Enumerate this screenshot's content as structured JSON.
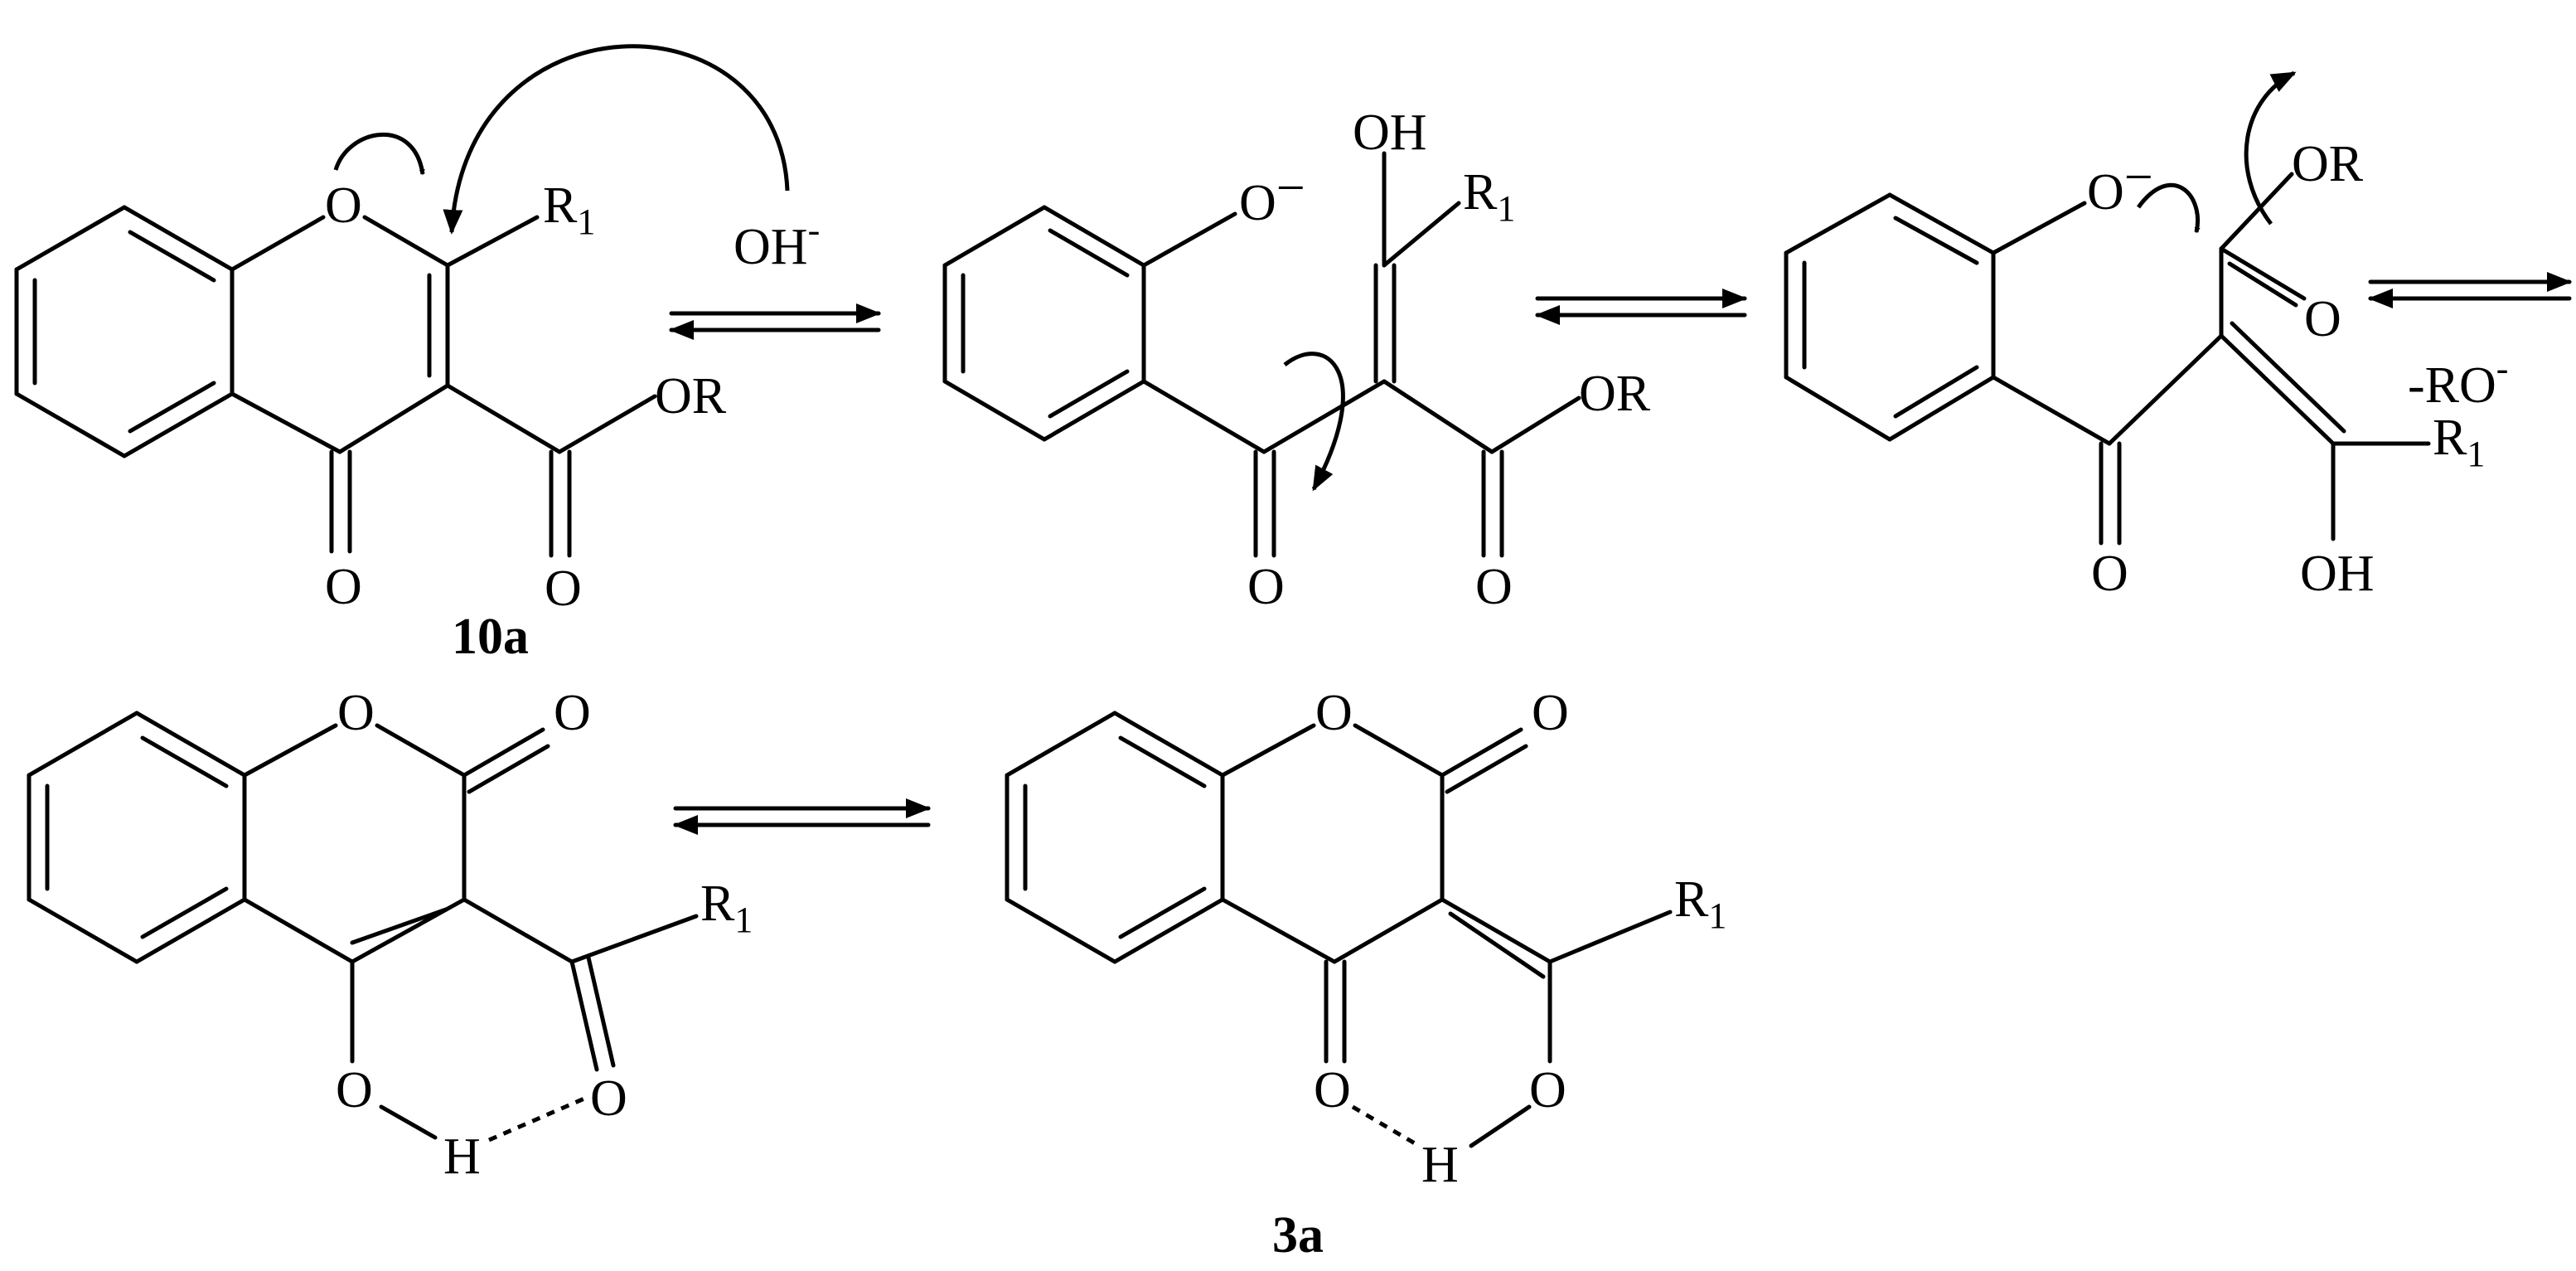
{
  "labels": {
    "O": "O",
    "O_minus": "O",
    "minus_sign": "−",
    "OR": "OR",
    "OH": "OH",
    "H": "H",
    "R": "R",
    "sub_1": "1",
    "hydroxide": "OH",
    "hydroxide_charge": "-",
    "alkoxide": "-RO",
    "alkoxide_charge": "-"
  },
  "compounds": {
    "start": "10a",
    "product": "3a"
  }
}
